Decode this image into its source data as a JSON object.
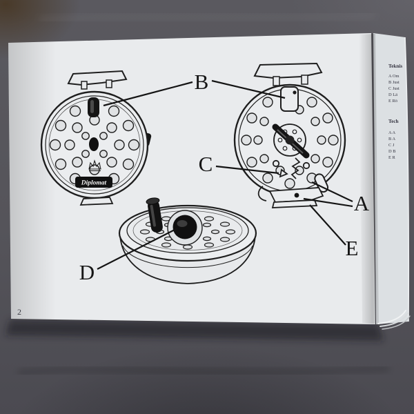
{
  "colors": {
    "fabric": "#55545a",
    "page": "#e9ebed",
    "ink": "#1a1a1a"
  },
  "manual_page": {
    "page_number": "2",
    "brand_logo": "Diplomat",
    "callouts": {
      "a": "A",
      "b": "B",
      "c": "C",
      "d": "D",
      "e": "E"
    }
  },
  "adjacent_page": {
    "section1_heading": "Teknis",
    "section1_items": [
      "A Om",
      "B Just",
      "C Just",
      "D Lä",
      "E Rö"
    ],
    "section2_heading": "Tech",
    "section2_items": [
      "A A",
      "B A",
      "C J",
      "D B",
      "E R"
    ]
  }
}
